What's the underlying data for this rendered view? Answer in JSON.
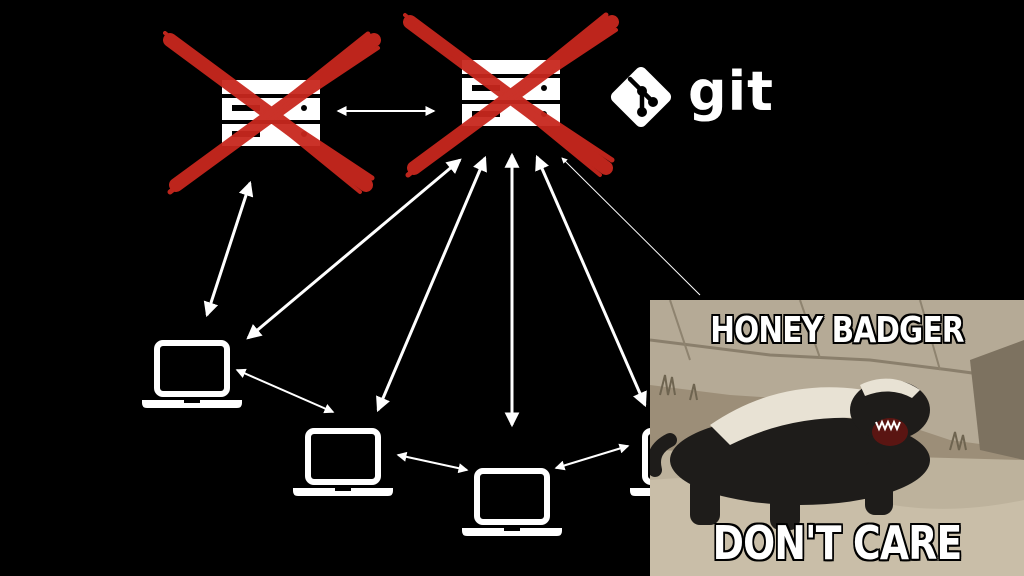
{
  "git_logo": {
    "wordmark": "git",
    "icon": "git-diamond-icon",
    "color": "#ffffff"
  },
  "meme": {
    "top_text": "HONEY BADGER",
    "bottom_text": "DON'T CARE"
  },
  "diagram": {
    "servers": [
      {
        "id": "server-left",
        "crossed_out": true
      },
      {
        "id": "server-central",
        "crossed_out": true
      }
    ],
    "laptops": [
      {
        "id": "laptop-1"
      },
      {
        "id": "laptop-2"
      },
      {
        "id": "laptop-3"
      },
      {
        "id": "laptop-4"
      }
    ],
    "colors": {
      "line": "#ffffff",
      "cross": "#c8281e",
      "background": "#000000"
    }
  }
}
